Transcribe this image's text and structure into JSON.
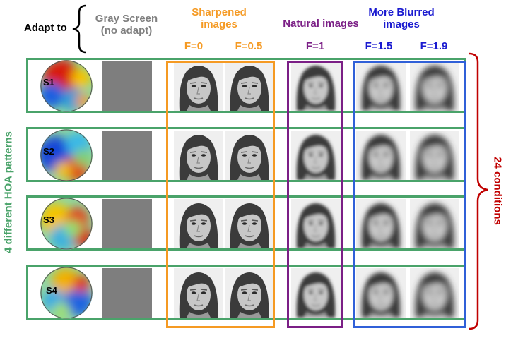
{
  "header": {
    "adapt_to": "Adapt to",
    "gray_screen_line1": "Gray Screen",
    "gray_screen_line2": "(no adapt)",
    "sharpened_line1": "Sharpened",
    "sharpened_line2": "images",
    "natural": "Natural images",
    "blurred_line1": "More Blurred",
    "blurred_line2": "images",
    "f_values": [
      "F=0",
      "F=0.5",
      "F=1",
      "F=1.5",
      "F=1.9"
    ]
  },
  "rows": [
    {
      "label": "S1"
    },
    {
      "label": "S2"
    },
    {
      "label": "S3"
    },
    {
      "label": "S4"
    }
  ],
  "side_labels": {
    "left": "4 different HOA patterns",
    "right": "24 conditions"
  },
  "colors": {
    "row_frame": "#4aa36a",
    "sharpened": "#f59a23",
    "natural": "#7b1f86",
    "blurred": "#3060d8",
    "gray_text": "#7f7f7f",
    "blurred_text": "#1a1ad0",
    "conditions": "#c00000"
  },
  "blur_levels": [
    0,
    0,
    2.2,
    3.4,
    4.2
  ]
}
